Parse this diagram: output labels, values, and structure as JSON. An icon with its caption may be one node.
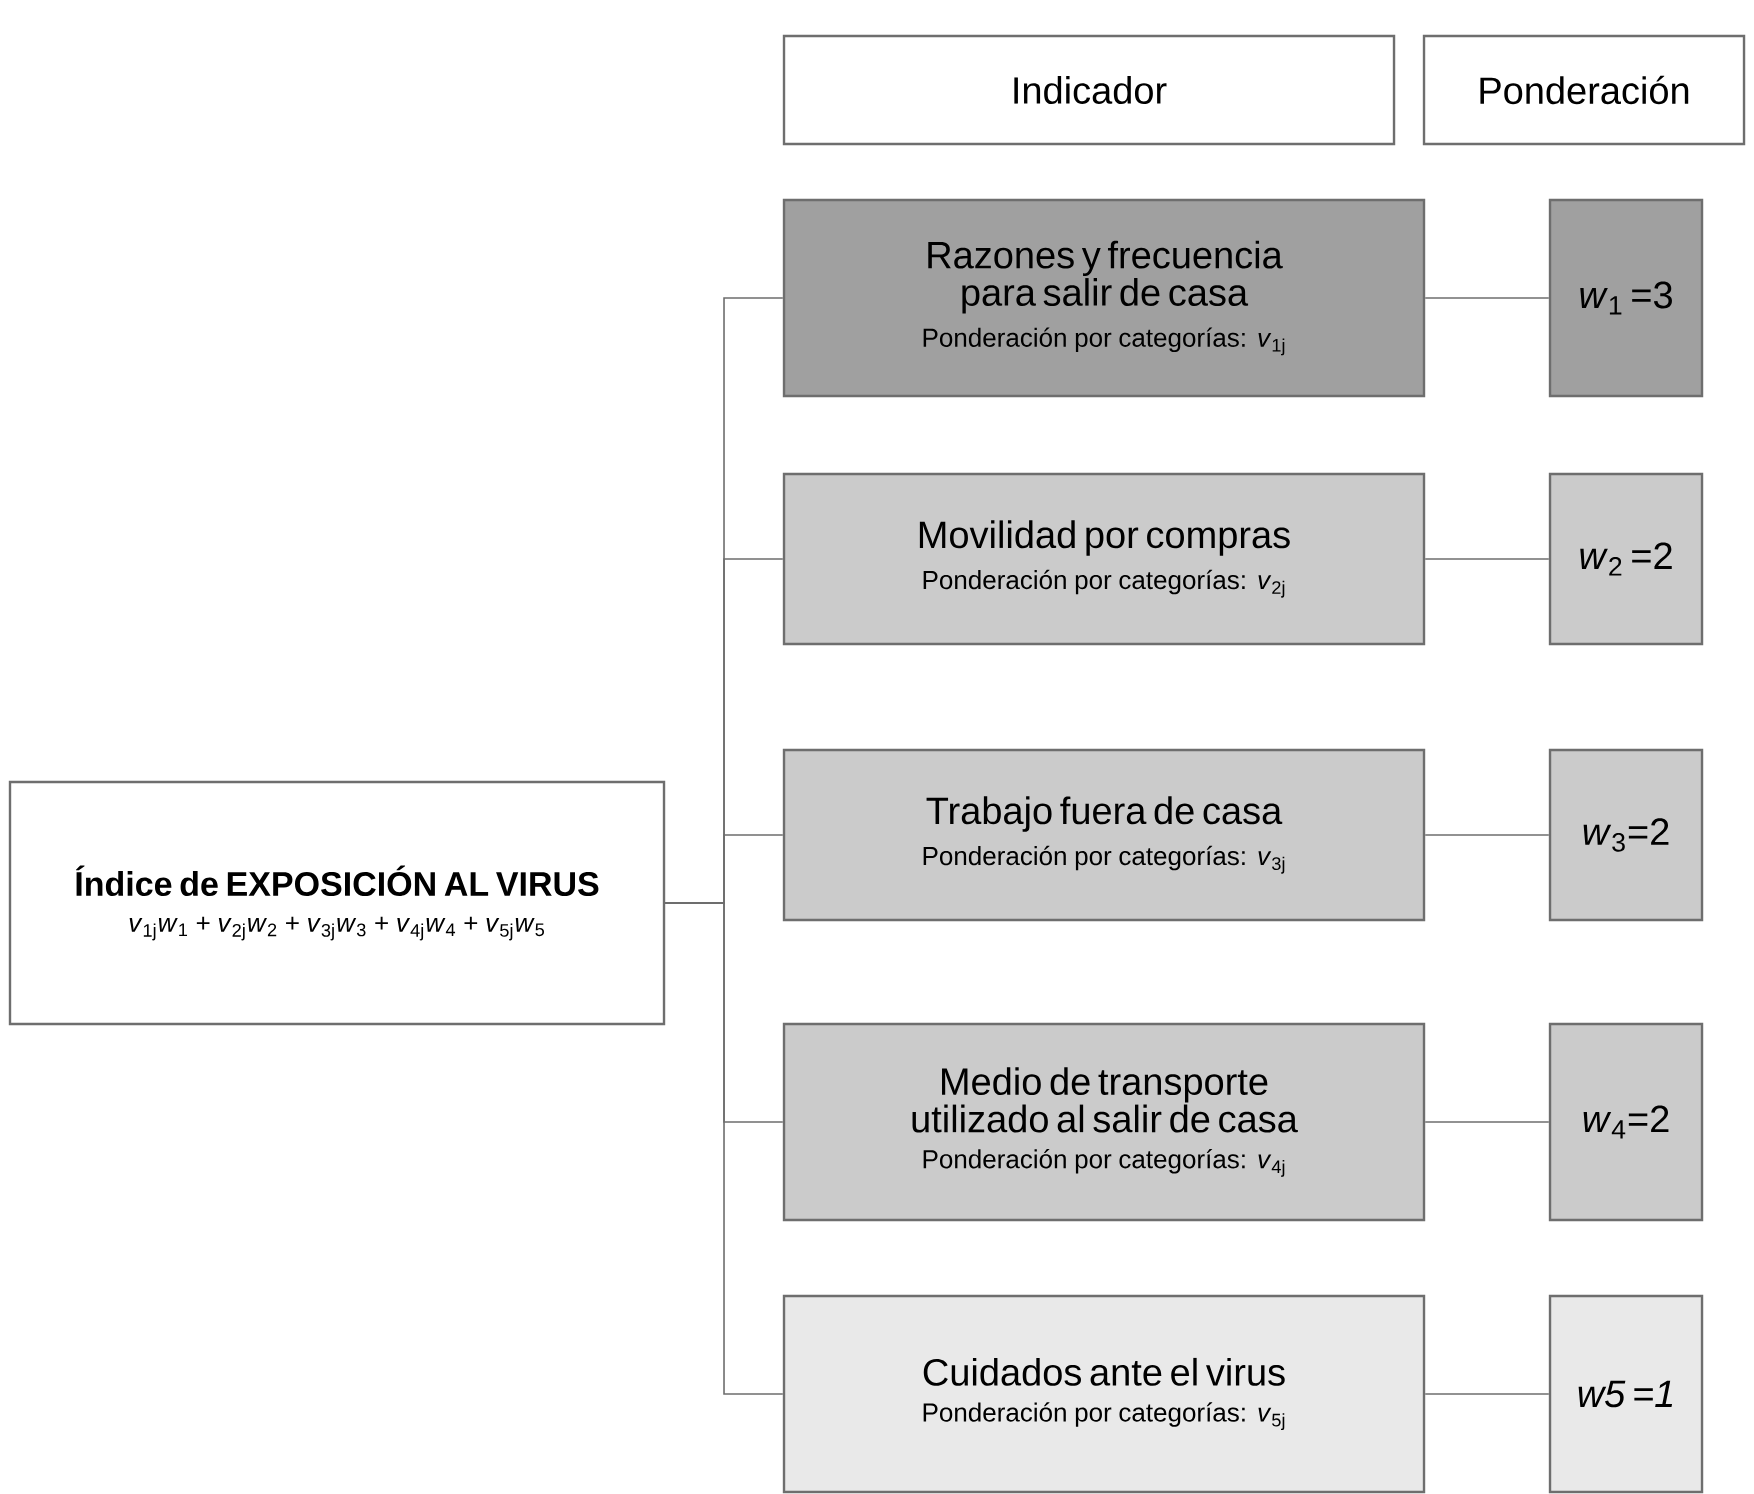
{
  "diagram": {
    "nodes": [
      {
        "text": [
          "Indicador"
        ]
      },
      {
        "text": [
          "Ponderación"
        ]
      },
      {
        "text": [
          "Índice de EXPOSICIÓN AL VIRUS",
          "*v*$_{1j}$*w*$_{1}$ + *v*$_{2j}$*w*$_{2}$ + *v*$_{3j}$*w*$_{3}$ + *v*$_{4j}$*w*$_{4}$ + *v*$_{5j}$*w*$_{5}$"
        ]
      },
      {
        "text": [
          "Razones y frecuencia para salir de casa",
          "Ponderación por categorías: *v*$_{1j}$"
        ]
      },
      {
        "text": [
          "Movilidad por compras",
          "Ponderación por categorías: *v*$_{2j}$"
        ]
      },
      {
        "text": [
          "Trabajo fuera de casa",
          "Ponderación por categorías: *v*$_{3j}$"
        ]
      },
      {
        "text": [
          "Medio de transporte utilizado al salir de casa",
          "Ponderación por categorías: *v*$_{4j}$"
        ]
      },
      {
        "text": [
          "Cuidados ante el virus",
          "Ponderación por categorías: *v*$_{5j}$"
        ]
      },
      {
        "text": [
          "*w*$_{1}$ =3"
        ]
      },
      {
        "text": [
          "*w*$_{2}$ =2"
        ]
      },
      {
        "text": [
          "*w*$_{3}$=2"
        ]
      },
      {
        "text": [
          "*w*$_{4}$=2"
        ]
      },
      {
        "text": [
          "*w5 =1*"
        ]
      }
    ],
    "edges": [
      {
        "from": 2,
        "to": 3,
        "arrow": "none"
      },
      {
        "from": 2,
        "to": 4,
        "arrow": "none"
      },
      {
        "from": 2,
        "to": 5,
        "arrow": "none"
      },
      {
        "from": 2,
        "to": 6,
        "arrow": "none"
      },
      {
        "from": 2,
        "to": 7,
        "arrow": "none"
      },
      {
        "from": 3,
        "to": 8,
        "arrow": "none"
      },
      {
        "from": 4,
        "to": 9,
        "arrow": "none"
      },
      {
        "from": 5,
        "to": 10,
        "arrow": "none"
      },
      {
        "from": 6,
        "to": 11,
        "arrow": "none"
      },
      {
        "from": 7,
        "to": 12,
        "arrow": "none"
      }
    ]
  }
}
